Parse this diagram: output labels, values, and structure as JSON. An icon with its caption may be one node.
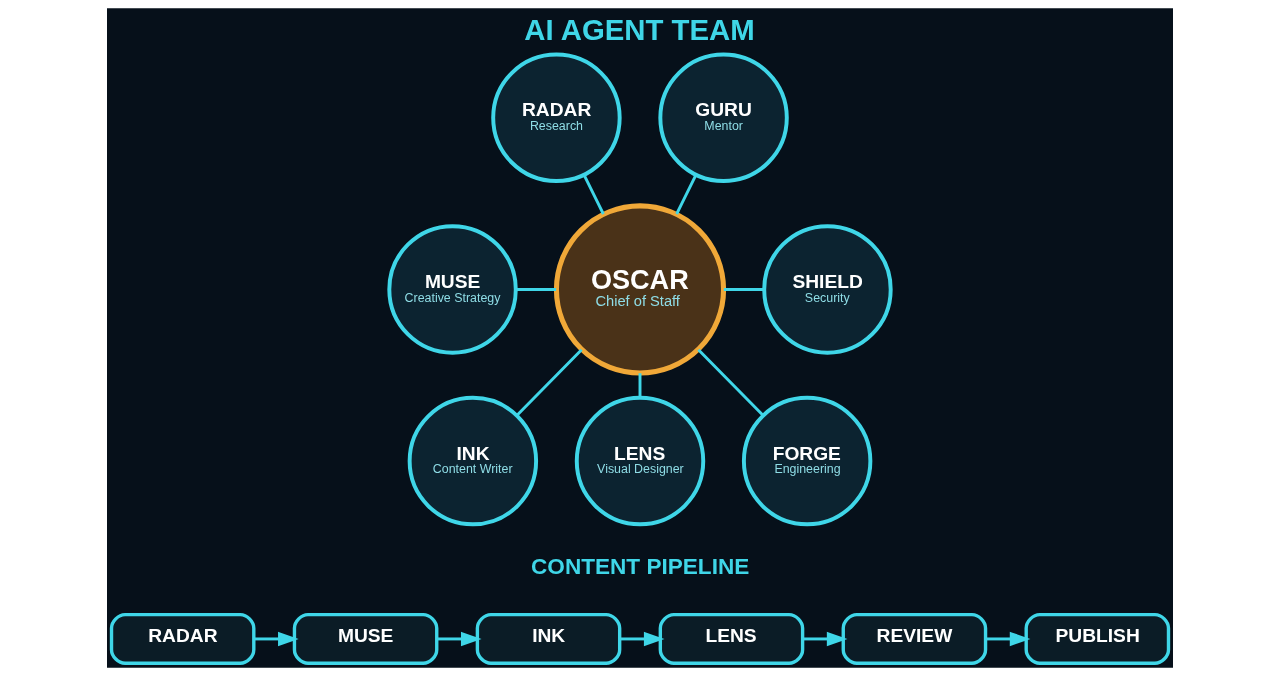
{
  "diagram": {
    "title": "AI AGENT TEAM",
    "nodes": [
      {
        "text": [
          "RADAR",
          "Research"
        ]
      },
      {
        "text": [
          "OSCAR",
          "Chief of Staff"
        ]
      },
      {
        "text": [
          "GURU",
          "Mentor"
        ]
      },
      {
        "text": [
          "MUSE",
          "Creative Strategy"
        ]
      },
      {
        "text": [
          "SHIELD",
          "Security"
        ]
      },
      {
        "text": [
          "INK",
          "Content Writer"
        ]
      },
      {
        "text": [
          "LENS",
          "Visual Designer"
        ]
      },
      {
        "text": [
          "FORGE",
          "Engineering"
        ]
      },
      {
        "text": [
          "RADAR"
        ]
      },
      {
        "text": [
          "MUSE"
        ]
      },
      {
        "text": [
          "INK"
        ]
      },
      {
        "text": [
          "LENS"
        ]
      },
      {
        "text": [
          "REVIEW"
        ]
      },
      {
        "text": [
          "PUBLISH"
        ]
      }
    ],
    "edges": [
      {
        "from": 0,
        "to": 1,
        "arrow": "none"
      },
      {
        "from": 2,
        "to": 1,
        "arrow": "none"
      },
      {
        "from": 3,
        "to": 1,
        "arrow": "none"
      },
      {
        "from": 1,
        "to": 4,
        "arrow": "none"
      },
      {
        "from": 1,
        "to": 5,
        "arrow": "none"
      },
      {
        "from": 1,
        "to": 6,
        "arrow": "none"
      },
      {
        "from": 1,
        "to": 7,
        "arrow": "none"
      },
      {
        "from": 8,
        "to": 9,
        "arrow": "to"
      },
      {
        "from": 9,
        "to": 10,
        "arrow": "to"
      },
      {
        "from": 10,
        "to": 11,
        "arrow": "to"
      },
      {
        "from": 11,
        "to": 12,
        "arrow": "to"
      },
      {
        "from": 12,
        "to": 13,
        "arrow": "to"
      }
    ],
    "labels": [
      "CONTENT PIPELINE"
    ]
  }
}
